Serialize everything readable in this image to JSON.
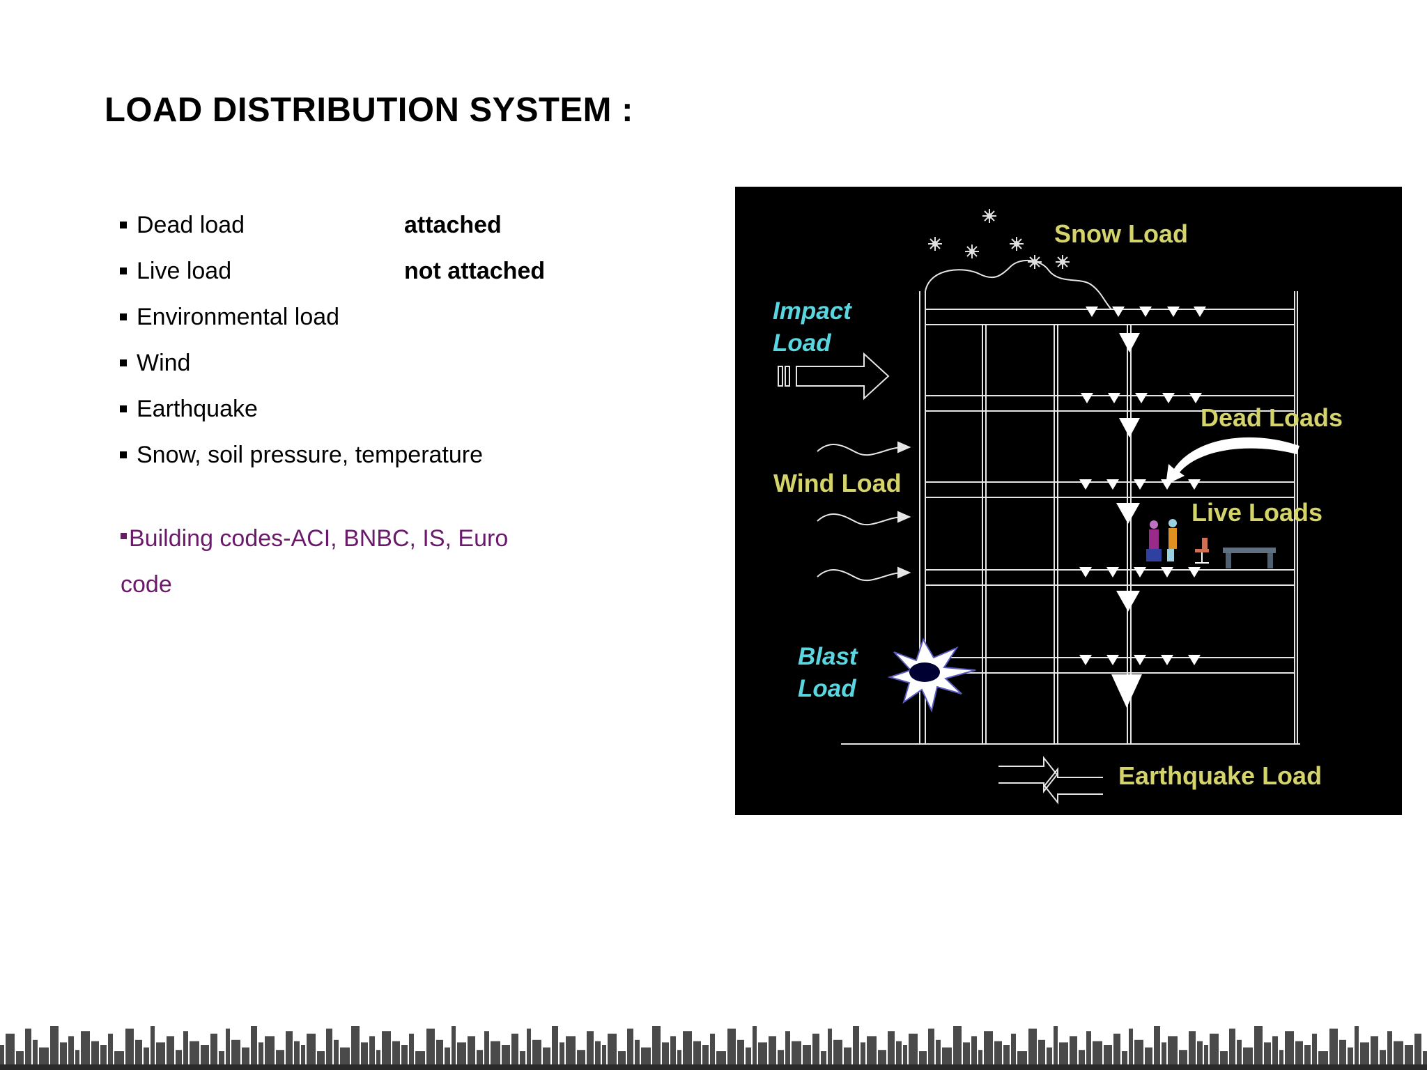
{
  "title": "LOAD DISTRIBUTION SYSTEM :",
  "bullets": [
    {
      "label": "Dead load",
      "note": "attached"
    },
    {
      "label": "Live load",
      "note": "not attached"
    },
    {
      "label": "Environmental load",
      "note": ""
    },
    {
      "label": "Wind",
      "note": ""
    },
    {
      "label": "Earthquake",
      "note": ""
    },
    {
      "label": "Snow, soil pressure, temperature",
      "note": ""
    }
  ],
  "codes": {
    "line1": "Building codes-ACI, BNBC, IS, Euro",
    "line2": "code"
  },
  "diagram": {
    "labels": {
      "snow": "Snow Load",
      "impact_1": "Impact",
      "impact_2": "Load",
      "dead": "Dead Loads",
      "wind": "Wind Load",
      "live": "Live Loads",
      "blast_1": "Blast",
      "blast_2": "Load",
      "earthquake": "Earthquake Load"
    },
    "colors": {
      "yellow_label": "#d4d46a",
      "cyan_label": "#5ad6e0",
      "background": "#000000",
      "lines": "#e6e6e6"
    }
  },
  "colors": {
    "codes_text": "#6b1a6b",
    "skyline": "#4a4a4a"
  }
}
